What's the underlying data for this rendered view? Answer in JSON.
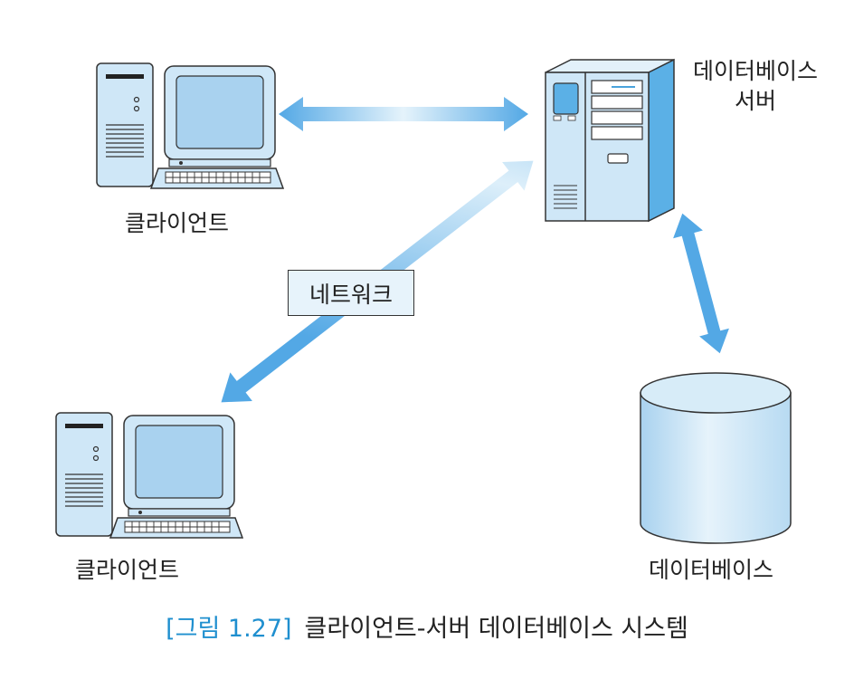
{
  "labels": {
    "server_line1": "데이터베이스",
    "server_line2": "서버",
    "client_top": "클라이언트",
    "client_bottom": "클라이언트",
    "database": "데이터베이스",
    "network": "네트워크"
  },
  "caption": {
    "figure_number": "[그림 1.27]",
    "title": "클라이언트-서버 데이터베이스 시스템"
  },
  "colors": {
    "arrow": "#53a8e5",
    "arrow_light": "#e5f3fb",
    "device_fill": "#cfe7f7",
    "device_dark": "#4aa3dc",
    "caption_accent": "#1f8fcf"
  }
}
